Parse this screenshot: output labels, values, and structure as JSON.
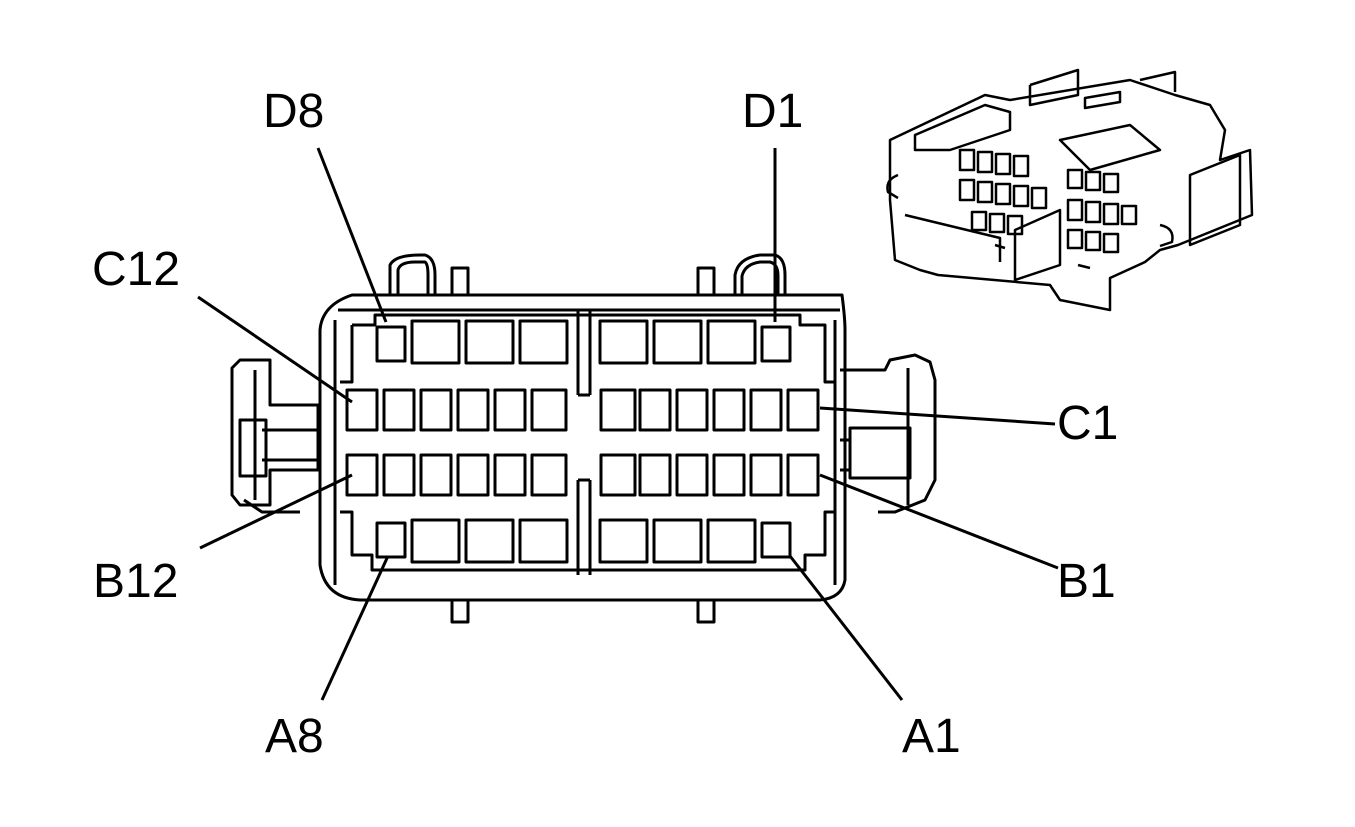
{
  "labels": {
    "d8": "D8",
    "d1": "D1",
    "c12": "C12",
    "c1": "C1",
    "b12": "B12",
    "b1": "B1",
    "a8": "A8",
    "a1": "A1"
  },
  "colors": {
    "ink": "#000000",
    "background": "#ffffff"
  }
}
